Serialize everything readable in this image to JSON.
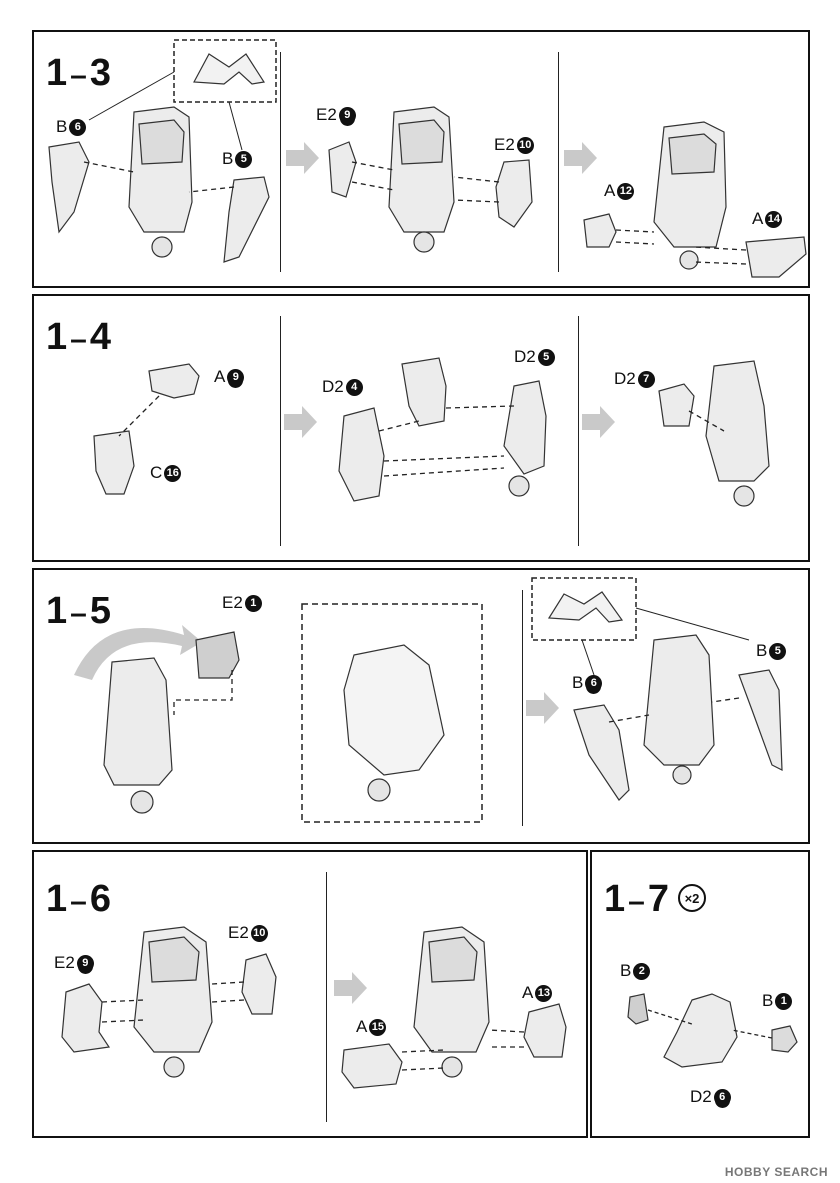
{
  "steps": {
    "s13": {
      "num": "1",
      "sub": "3",
      "labels": {
        "b6": "B",
        "b6n": "6",
        "b5": "B",
        "b5n": "5",
        "e29": "E2",
        "e29n": "9",
        "e210": "E2",
        "e210n": "10",
        "a12": "A",
        "a12n": "12",
        "a14": "A",
        "a14n": "14"
      }
    },
    "s14": {
      "num": "1",
      "sub": "4",
      "labels": {
        "a9": "A",
        "a9n": "9",
        "c16": "C",
        "c16n": "16",
        "d24": "D2",
        "d24n": "4",
        "d25": "D2",
        "d25n": "5",
        "d27": "D2",
        "d27n": "7"
      }
    },
    "s15": {
      "num": "1",
      "sub": "5",
      "labels": {
        "e21": "E2",
        "e21n": "1",
        "b6": "B",
        "b6n": "6",
        "b5": "B",
        "b5n": "5"
      }
    },
    "s16": {
      "num": "1",
      "sub": "6",
      "labels": {
        "e29": "E2",
        "e29n": "9",
        "e210": "E2",
        "e210n": "10",
        "a15": "A",
        "a15n": "15",
        "a13": "A",
        "a13n": "13"
      }
    },
    "s17": {
      "num": "1",
      "sub": "7",
      "multiplier": "×2",
      "labels": {
        "b2": "B",
        "b2n": "2",
        "b1": "B",
        "b1n": "1",
        "d26": "D2",
        "d26n": "6"
      }
    }
  },
  "watermark": "HOBBY SEARCH",
  "colors": {
    "part_fill": "#ececec",
    "part_stroke": "#333333",
    "arrow": "#c9c9c9"
  }
}
